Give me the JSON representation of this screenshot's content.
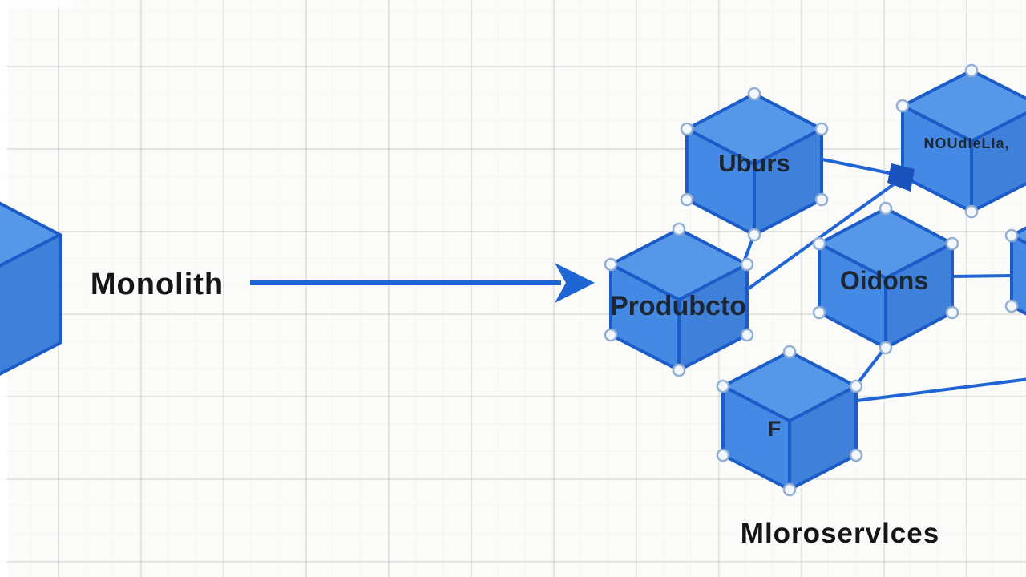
{
  "labels": {
    "monolith": "Monolith",
    "microservices": "Mloroservlces"
  },
  "nodes": {
    "users": {
      "label": "Uburs"
    },
    "notifications": {
      "label": "NOUdIeLIa,"
    },
    "products": {
      "label": "Produbcto"
    },
    "orders": {
      "label": "Oidons"
    },
    "service_f": {
      "label": "F"
    }
  },
  "colors": {
    "cube_face_top": "#5697e8",
    "cube_face_left": "#4489e3",
    "cube_face_right": "#3e80da",
    "cube_edge": "#1c5cc8",
    "connector_line": "#2065d6",
    "arrow": "#1e66d4",
    "handle_fill": "#f2f7fd",
    "handle_stroke": "#93afd2",
    "label_text": "#1d2733",
    "background": "#fbfbf9",
    "grid_line": "#e6e6e4"
  }
}
